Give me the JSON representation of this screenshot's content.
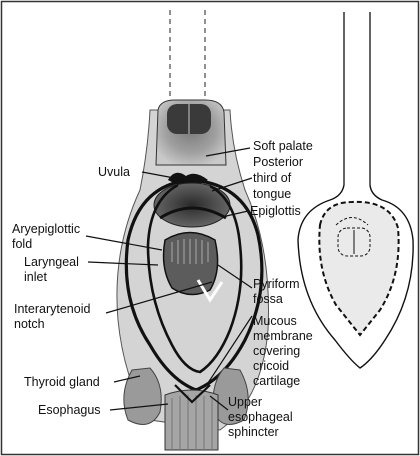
{
  "figure": {
    "labels": {
      "soft_palate": "Soft palate",
      "posterior_third_of_tongue": [
        "Posterior",
        "third of",
        "tongue"
      ],
      "uvula": "Uvula",
      "epiglottis": "Epiglottis",
      "aryepiglottic_fold": [
        "Aryepiglottic",
        "fold"
      ],
      "laryngeal_inlet": [
        "Laryngeal",
        "inlet"
      ],
      "interarytenoid_notch": [
        "Interarytenoid",
        "notch"
      ],
      "pyriform_fossa": [
        "Pyriform",
        "fossa"
      ],
      "mucous_membrane_covering_cricoid_cartilage": [
        "Mucous",
        "membrane",
        "covering",
        "cricoid",
        "cartilage"
      ],
      "thyroid_gland": "Thyroid gland",
      "esophagus": "Esophagus",
      "upper_esophageal_sphincter": [
        "Upper",
        "esophageal",
        "sphincter"
      ]
    }
  }
}
